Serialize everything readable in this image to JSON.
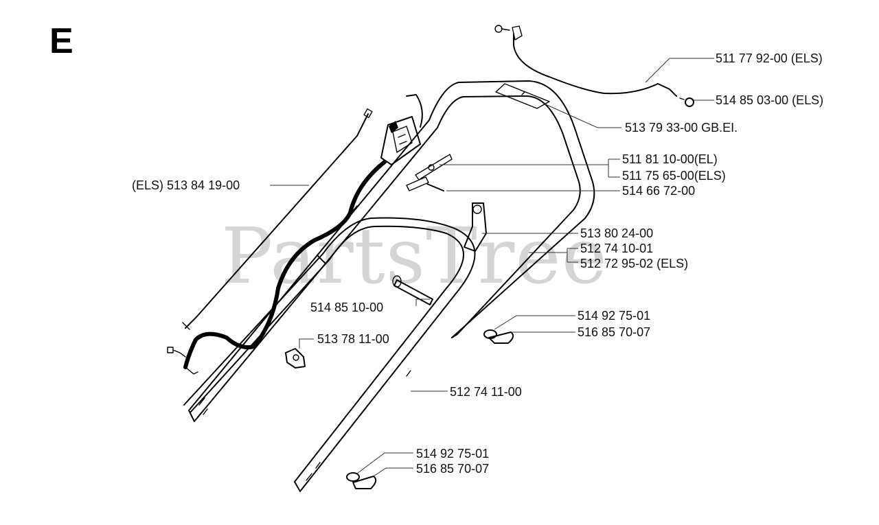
{
  "section_letter": "E",
  "watermark": "PartsTree",
  "labels": [
    {
      "id": "l1",
      "text": "511 77 92-00 (ELS)"
    },
    {
      "id": "l2",
      "text": "514 85 03-00 (ELS)"
    },
    {
      "id": "l3",
      "text": "513 79 33-00 GB.EI."
    },
    {
      "id": "l4",
      "text": "511 81 10-00(EL)"
    },
    {
      "id": "l5",
      "text": "511 75 65-00(ELS)"
    },
    {
      "id": "l6",
      "text": "514 66 72-00"
    },
    {
      "id": "l7",
      "text": "(ELS) 513 84 19-00"
    },
    {
      "id": "l8",
      "text": "513 80 24-00"
    },
    {
      "id": "l9",
      "text": "512 74 10-01"
    },
    {
      "id": "l10",
      "text": "512 72 95-02 (ELS)"
    },
    {
      "id": "l11",
      "text": "514 85 10-00"
    },
    {
      "id": "l12",
      "text": "513 78 11-00"
    },
    {
      "id": "l13",
      "text": "514 92 75-01"
    },
    {
      "id": "l14",
      "text": "516 85 70-07"
    },
    {
      "id": "l15",
      "text": "512 74 11-00"
    },
    {
      "id": "l16",
      "text": "514 92 75-01"
    },
    {
      "id": "l17",
      "text": "516 85 70-07"
    }
  ]
}
